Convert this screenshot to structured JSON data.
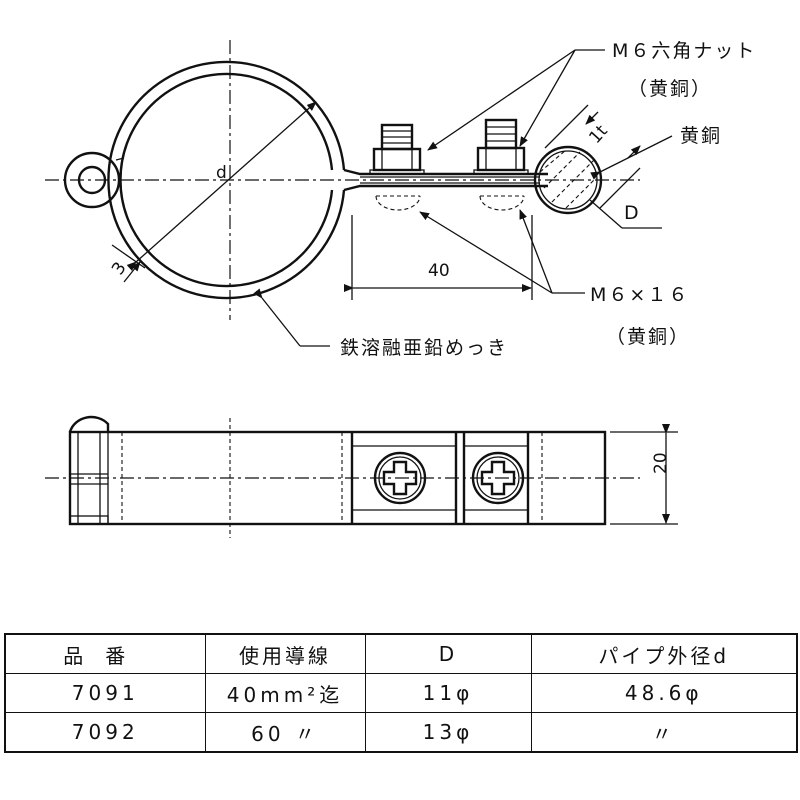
{
  "labels": {
    "nut": "M６六角ナット",
    "nut_material": "（黄銅）",
    "conductor_material": "黄銅",
    "thickness": "1t",
    "diameter_D": "D",
    "pipe_d": "d",
    "dim_3": "3",
    "dim_40": "40",
    "bolt": "M６×１６",
    "bolt_material": "（黄銅）",
    "band_material": "鉄溶融亜鉛めっき",
    "dim_20": "20"
  },
  "table": {
    "headers": [
      "品番",
      "使用導線",
      "D",
      "パイプ外径d"
    ],
    "rows": [
      [
        "7091",
        "40mm²迄",
        "11φ",
        "48.6φ"
      ],
      [
        "7092",
        "60 〃",
        "13φ",
        "〃"
      ]
    ]
  }
}
